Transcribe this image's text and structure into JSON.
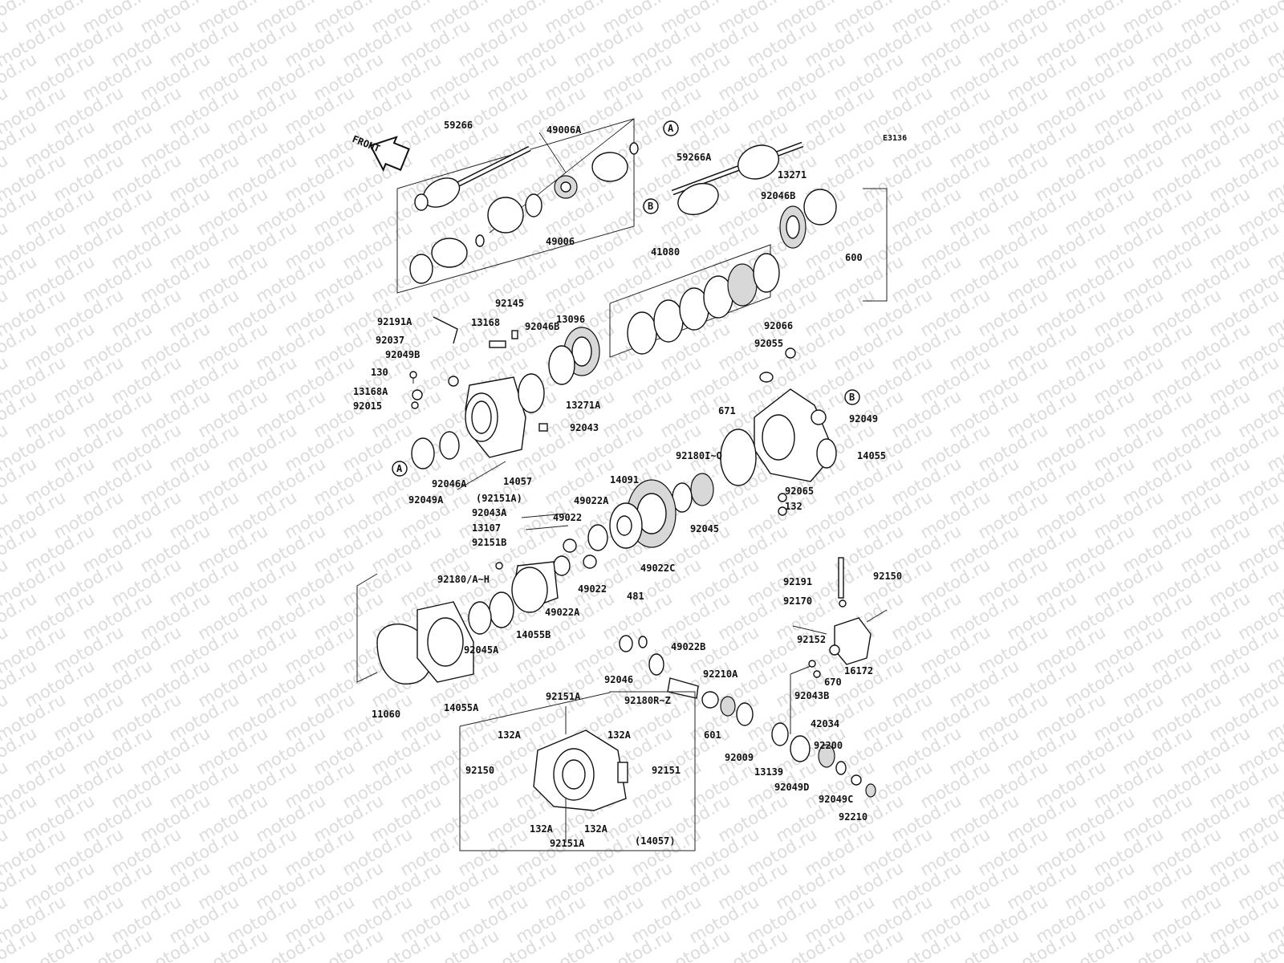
{
  "diagram_code": "E3136",
  "front_label": "FRONT",
  "watermark": "motod.ru",
  "part_labels": [
    "59266",
    "49006A",
    "59266A",
    "13271",
    "92046B",
    "600",
    "49006",
    "41080",
    "92145",
    "92191A",
    "13168",
    "13096",
    "92046B",
    "92037",
    "92049B",
    "130",
    "92066",
    "92055",
    "13168A",
    "92015",
    "13271A",
    "92043",
    "671",
    "92049",
    "14055",
    "92046A",
    "14057",
    "92049A",
    "(92151A)",
    "92180I~Q",
    "14091",
    "92043A",
    "49022A",
    "49022",
    "13107",
    "92151B",
    "92065",
    "132",
    "92045",
    "49022C",
    "92180/A~H",
    "49022",
    "49022A",
    "14055B",
    "92045A",
    "14055A",
    "11060",
    "92191",
    "92150",
    "92170",
    "481",
    "49022B",
    "92152",
    "670",
    "16172",
    "92046",
    "92210A",
    "92180R~Z",
    "92043B",
    "601",
    "42034",
    "92009",
    "13139",
    "92200",
    "92049D",
    "92049C",
    "92210",
    "92151A",
    "132A",
    "132A",
    "92150",
    "92151",
    "132A",
    "132A",
    "92151A",
    "(14057)"
  ],
  "callouts": [
    "A",
    "B",
    "B",
    "A"
  ]
}
